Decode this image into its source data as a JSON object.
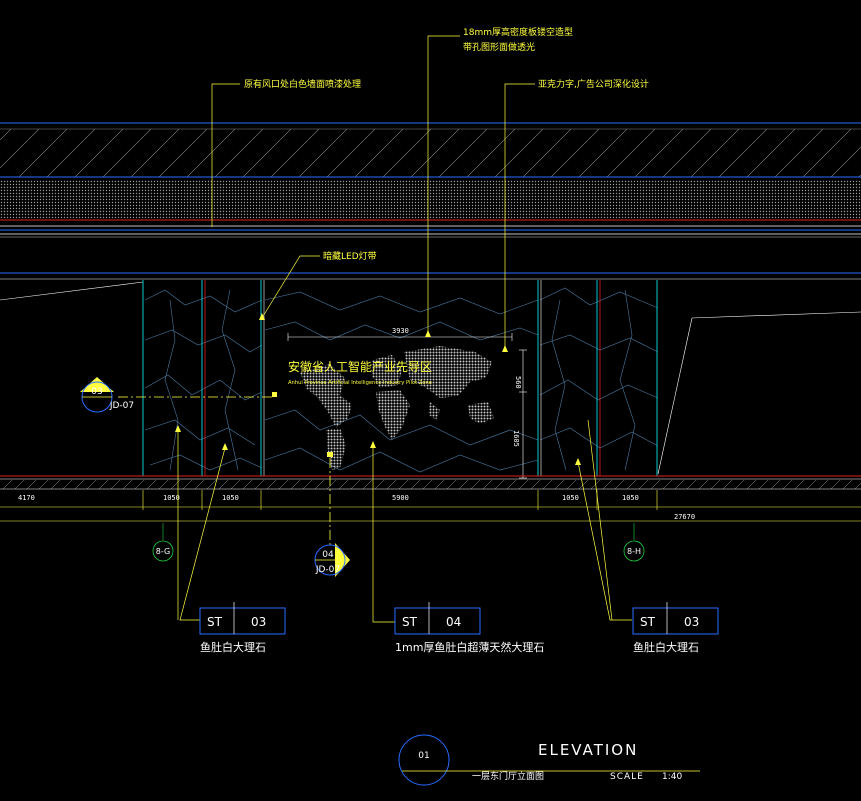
{
  "annotations": {
    "top_center_line1": "18mm厚高密度板镂空造型",
    "top_center_line2": "带孔图形面做透光",
    "left_top": "原有风口处白色墙面喷漆处理",
    "right_top": "亚克力字,广告公司深化设计",
    "led": "暗藏LED灯带"
  },
  "sign": {
    "cn": "安徽省人工智能产业先导区",
    "en": "Anhui Province Artificial Intelligence Industry Pilot Zone"
  },
  "dimensions": {
    "sign_width": "3930",
    "sign_h1": "560",
    "sign_h2": "1605",
    "bottom": [
      "4170",
      "1050",
      "1050",
      "5900",
      "1050",
      "1050"
    ],
    "total": "27670"
  },
  "section_marks": {
    "left": {
      "num": "03",
      "ref": "JD-07"
    },
    "center": {
      "num": "04",
      "ref": "JD-07"
    }
  },
  "grid_bubbles": [
    "8-G",
    "8-H"
  ],
  "materials": [
    {
      "code": "ST",
      "num": "03",
      "label": "鱼肚白大理石"
    },
    {
      "code": "ST",
      "num": "04",
      "label": "1mm厚鱼肚白超薄天然大理石"
    },
    {
      "code": "ST",
      "num": "03",
      "label": "鱼肚白大理石"
    }
  ],
  "title_block": {
    "num": "01",
    "title": "ELEVATION",
    "subtitle": "一层东门厅立面图",
    "scale_label": "SCALE",
    "scale_value": "1:40"
  },
  "colors": {
    "yellow": "#ffff40",
    "cyan": "#00c8d0",
    "blue": "#2a6bff",
    "red": "#e02020",
    "white": "#ffffff",
    "green": "#20d040"
  }
}
